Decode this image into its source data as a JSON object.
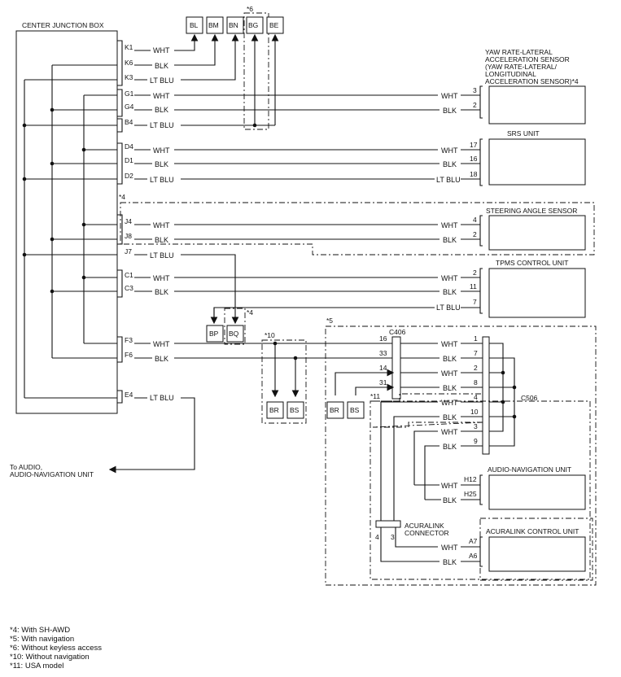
{
  "junction_box": {
    "title": "CENTER JUNCTION BOX",
    "connectors": [
      "K1",
      "K6",
      "K3",
      "G1",
      "G4",
      "B4",
      "D4",
      "D1",
      "D2",
      "J4",
      "J8",
      "J7",
      "C1",
      "C3",
      "F3",
      "F6",
      "E4"
    ]
  },
  "ground_connectors": [
    "BL",
    "BM",
    "BN",
    "BG",
    "BE"
  ],
  "wire_colors": {
    "K1": "WHT",
    "K6": "BLK",
    "K3": "LT BLU",
    "G1": "WHT",
    "G4": "BLK",
    "B4": "LT BLU",
    "D4": "WHT",
    "D1": "BLK",
    "D2": "LT BLU",
    "J4": "WHT",
    "J8": "BLK",
    "J7": "LT BLU",
    "C1": "WHT",
    "C3": "BLK",
    "F3": "WHT",
    "F6": "BLK",
    "E4": "LT BLU"
  },
  "footnote_marks": {
    "n4a": "*4",
    "n4b": "*4",
    "n5": "*5",
    "n6": "*6",
    "n10": "*10",
    "n11": "*11"
  },
  "components": {
    "yaw": {
      "title_lines": [
        "YAW RATE-LATERAL",
        "ACCELERATION SENSOR",
        "(YAW RATE-LATERAL/",
        "LONGITUDINAL",
        "ACCELERATION SENSOR)*4"
      ],
      "pins": [
        {
          "num": "3",
          "color": "WHT"
        },
        {
          "num": "2",
          "color": "BLK"
        }
      ]
    },
    "srs": {
      "title": "SRS UNIT",
      "pins": [
        {
          "num": "17",
          "color": "WHT"
        },
        {
          "num": "16",
          "color": "BLK"
        },
        {
          "num": "18",
          "color": "LT BLU"
        }
      ]
    },
    "steering": {
      "title": "STEERING ANGLE SENSOR",
      "pins": [
        {
          "num": "4",
          "color": "WHT"
        },
        {
          "num": "2",
          "color": "BLK"
        }
      ]
    },
    "tpms": {
      "title": "TPMS CONTROL UNIT",
      "pins": [
        {
          "num": "2",
          "color": "WHT"
        },
        {
          "num": "11",
          "color": "BLK"
        },
        {
          "num": "7",
          "color": "LT BLU"
        }
      ]
    },
    "audio_nav": {
      "title": "AUDIO-NAVIGATION UNIT",
      "pins": [
        {
          "num": "H12",
          "color": "WHT"
        },
        {
          "num": "H25",
          "color": "BLK"
        }
      ]
    },
    "acuralink_unit": {
      "title": "ACURALINK CONTROL UNIT",
      "pins": [
        {
          "num": "A7",
          "color": "WHT"
        },
        {
          "num": "A6",
          "color": "BLK"
        }
      ]
    },
    "acuralink_connector": {
      "title_lines": [
        "ACURALINK",
        "CONNECTOR"
      ],
      "pins": [
        "4",
        "3"
      ]
    }
  },
  "ground_points": {
    "bp": "BP",
    "bq": "BQ",
    "br1": "BR",
    "bs1": "BS",
    "br2": "BR",
    "bs2": "BS"
  },
  "c406": {
    "name": "C406",
    "pins": [
      {
        "num": "16",
        "color": "WHT"
      },
      {
        "num": "33",
        "color": "BLK"
      },
      {
        "num": "14",
        "color": "WHT"
      },
      {
        "num": "31",
        "color": "BLK"
      }
    ]
  },
  "c506": {
    "name": "C506",
    "pins": [
      {
        "num": "1"
      },
      {
        "num": "7"
      },
      {
        "num": "2"
      },
      {
        "num": "8"
      },
      {
        "num": "4",
        "color": "WHT"
      },
      {
        "num": "10",
        "color": "BLK"
      },
      {
        "num": "3",
        "color": "WHT"
      },
      {
        "num": "9",
        "color": "BLK"
      }
    ]
  },
  "audio_label_lines": [
    "To AUDIO,",
    "AUDIO-NAVIGATION UNIT"
  ],
  "footnotes": [
    "*4: With SH-AWD",
    "*5: With navigation",
    "*6: Without keyless access",
    "*10: Without navigation",
    "*11: USA model"
  ]
}
